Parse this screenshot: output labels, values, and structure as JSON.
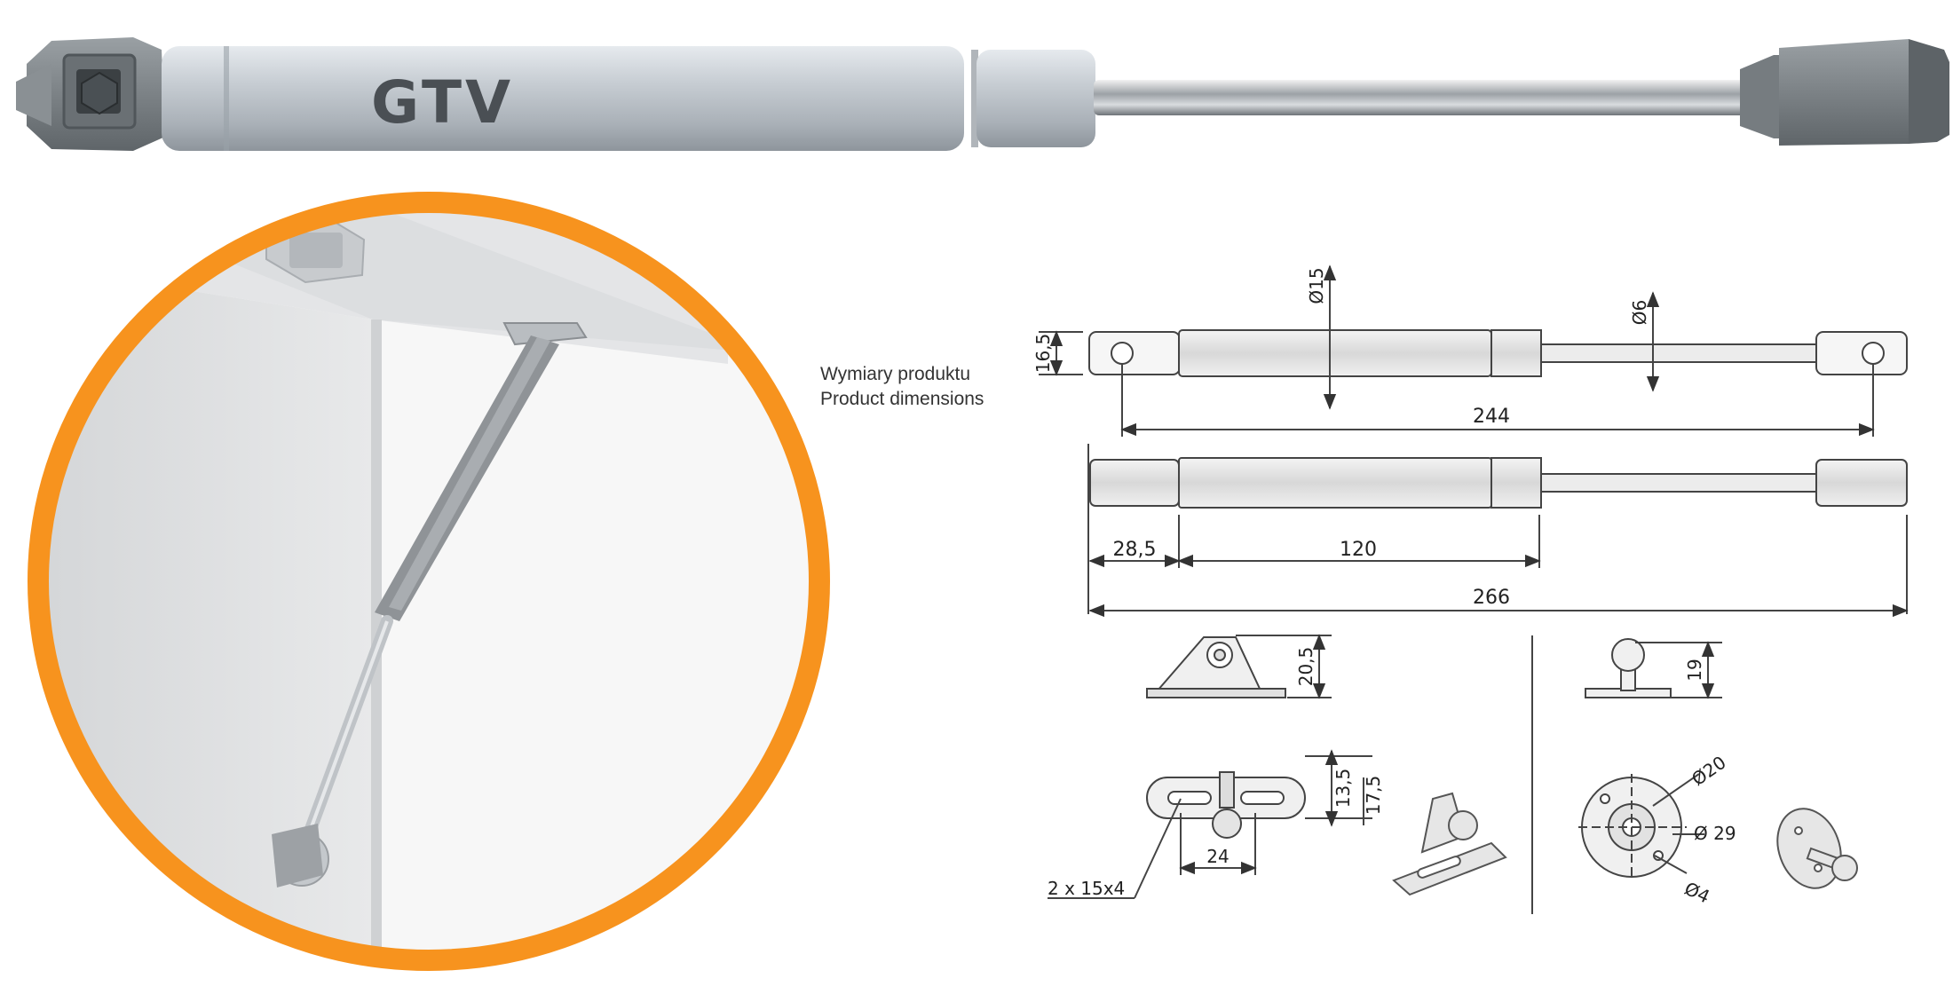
{
  "brand": {
    "logo_text": "GTV",
    "accent_color": "#f7931e"
  },
  "caption": {
    "line1": "Wymiary produktu",
    "line2": "Product dimensions"
  },
  "dimensions": {
    "rod_diameter": "Ø6",
    "body_diameter": "Ø15",
    "end_height": "16,5",
    "compressed_length": "244",
    "extended_length": "266",
    "end_fitting_length": "28,5",
    "stroke_body": "120",
    "bracket_a_height": "20,5",
    "bracket_a_base_height_small": "13,5",
    "bracket_a_base_height_large": "17,5",
    "bracket_a_hole_spacing": "24",
    "bracket_a_holes": "2 x 15x4",
    "bracket_b_height": "19",
    "bracket_b_outer_diameter": "Ø20",
    "bracket_b_plate_diameter": "Ø 29",
    "bracket_b_hole_diameter": "Ø4"
  },
  "icons": [
    "gas-strut-product-photo",
    "cabinet-detail-illustration",
    "bracket-iso-icon",
    "round-bracket-iso-icon"
  ]
}
